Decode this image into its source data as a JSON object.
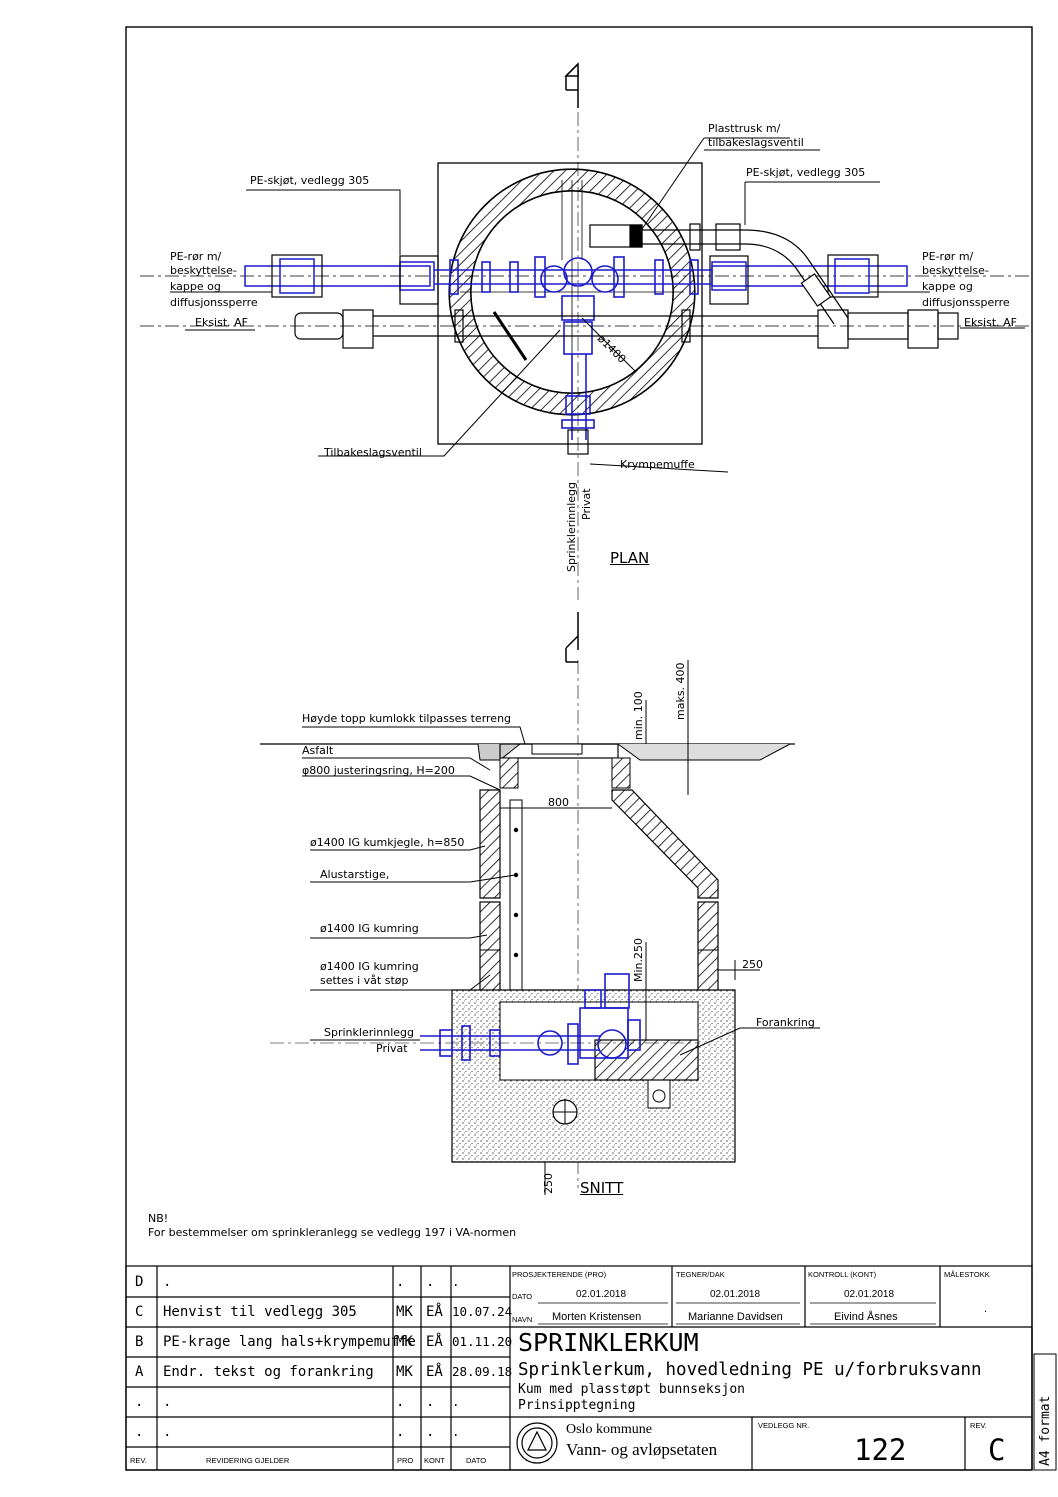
{
  "plan": {
    "labels": {
      "pe_skjot_left": "PE-skjøt, vedlegg 305",
      "pe_skjot_right": "PE-skjøt, vedlegg 305",
      "plasttrusk_1": "Plasttrusk m/",
      "plasttrusk_2": "tilbakeslagsventil",
      "pe_ror_left": [
        "PE-rør m/",
        "beskyttelse-",
        "kappe og",
        "diffusjonssperre"
      ],
      "pe_ror_right": [
        "PE-rør m/",
        "beskyttelse-",
        "kappe og",
        "diffusjonssperre"
      ],
      "eksist_af_left": "Eksist. AF",
      "eksist_af_right": "Eksist. AF",
      "diameter": "ø1400",
      "tilbakeslagsventil": "Tilbakeslagsventil",
      "krympemuffe": "Krympemuffe",
      "sprinklerinnlegg": "Sprinklerinnlegg",
      "privat": "Privat"
    },
    "title": "PLAN"
  },
  "section": {
    "labels": {
      "hoyde_topp": "Høyde topp kumlokk tilpasses terreng",
      "asfalt": "Asfalt",
      "justeringsring": "φ800 justeringsring, H=200",
      "kumkjegle": "ø1400 IG kumkjegle, h=850",
      "alustarstige": "Alustarstige,",
      "kumring": "ø1400 IG kumring",
      "kumring_vat_1": "ø1400 IG kumring",
      "kumring_vat_2": "settes i våt støp",
      "sprinklerinnlegg": "Sprinklerinnlegg",
      "privat": "Privat",
      "forankring": "Forankring",
      "dim_800": "800",
      "dim_250_right": "250",
      "dim_min250": "Min.250",
      "dim_min100": "min. 100",
      "dim_maks400": "maks. 400",
      "dim_250_bottom": "250"
    },
    "title": "SNITT"
  },
  "note": {
    "line1": "NB!",
    "line2": "For bestemmelser om sprinkleranlegg se vedlegg 197 i VA-normen"
  },
  "revisions": [
    {
      "rev": "D",
      "text": ".",
      "pro": ".",
      "kont": ".",
      "dato": "."
    },
    {
      "rev": "C",
      "text": "Henvist til vedlegg 305",
      "pro": "MK",
      "kont": "EÅ",
      "dato": "10.07.24"
    },
    {
      "rev": "B",
      "text": "PE-krage lang hals+krympemuffe",
      "pro": "MK",
      "kont": "EÅ",
      "dato": "01.11.20"
    },
    {
      "rev": "A",
      "text": "Endr. tekst og forankring",
      "pro": "MK",
      "kont": "EÅ",
      "dato": "28.09.18"
    },
    {
      "rev": ".",
      "text": ".",
      "pro": ".",
      "kont": ".",
      "dato": "."
    },
    {
      "rev": ".",
      "text": ".",
      "pro": ".",
      "kont": ".",
      "dato": "."
    }
  ],
  "rev_header": {
    "rev": "REV.",
    "text": "REVIDERING GJELDER",
    "pro": "PRO",
    "kont": "KONT",
    "dato": "DATO"
  },
  "title_block": {
    "prosjekterende_label": "PROSJEKTERENDE (PRO)",
    "tegner_label": "TEGNER/DAK",
    "kontroll_label": "KONTROLL (KONT)",
    "malestokk_label": "MÅLESTOKK",
    "dato_label": "DATO",
    "navn_label": "NAVN",
    "pro_dato": "02.01.2018",
    "tegner_dato": "02.01.2018",
    "kontroll_dato": "02.01.2018",
    "pro_navn": "Morten Kristensen",
    "tegner_navn": "Marianne Davidsen",
    "kontroll_navn": "Eivind Åsnes",
    "malestokk": ".",
    "title": "SPRINKLERKUM",
    "subtitle": "Sprinklerkum, hovedledning PE u/forbruksvann",
    "desc1": "Kum med plasstøpt bunnseksjon",
    "desc2": "Prinsipptegning",
    "org1": "Oslo kommune",
    "org2": "Vann- og avløpsetaten",
    "vedlegg_label": "VEDLEGG NR.",
    "vedlegg_nr": "122",
    "rev_label": "REV.",
    "rev_value": "C",
    "format": "A4 format"
  },
  "colors": {
    "line": "#000000",
    "pipe_blue": "#1c1ccc",
    "hatch": "#000000"
  }
}
